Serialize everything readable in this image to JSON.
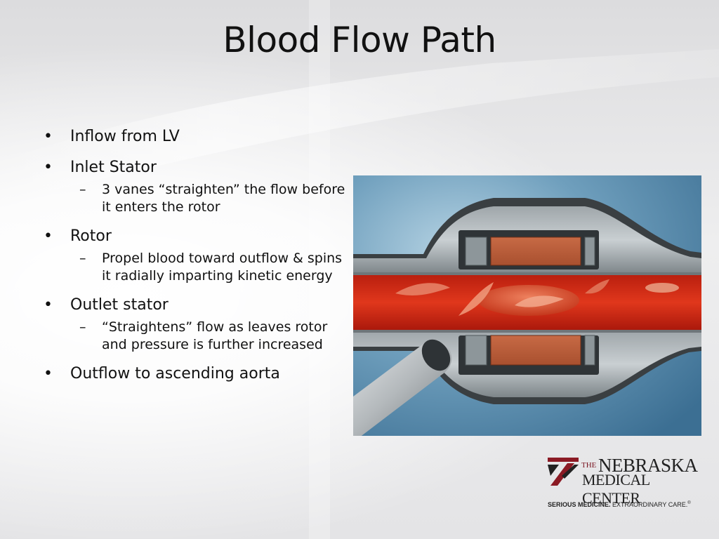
{
  "slide": {
    "title": "Blood Flow Path",
    "bullets": [
      {
        "text": "Inflow from LV",
        "subs": []
      },
      {
        "text": "Inlet Stator",
        "subs": [
          "3 vanes “straighten” the flow before it enters the rotor"
        ]
      },
      {
        "text": "Rotor",
        "subs": [
          "Propel blood toward outflow & spins it radially imparting kinetic energy"
        ]
      },
      {
        "text": "Outlet stator",
        "subs": [
          "“Straightens” flow as leaves rotor and pressure is further increased"
        ]
      },
      {
        "text": "Outflow to ascending aorta",
        "subs": []
      }
    ],
    "bullet_glyph": "•",
    "sub_glyph": "–"
  },
  "logo": {
    "the": "THE",
    "line1": "NEBRASKA",
    "line2": "MEDICAL CENTER",
    "tagline_bold": "SERIOUS MEDICINE.",
    "tagline_rest": " EXTRAORDINARY CARE.",
    "tagline_mark": "®",
    "brand_color": "#8b1a24"
  },
  "figure": {
    "icon": "pump-cross-section-illustration"
  }
}
